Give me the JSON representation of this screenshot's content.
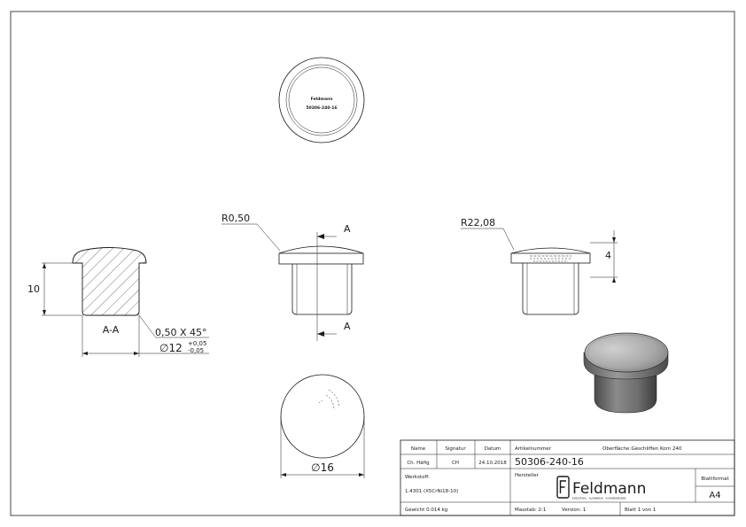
{
  "marking": {
    "brand": "Feldmann",
    "part": "50306-240-16"
  },
  "dimensions": {
    "height": "10",
    "section_label": "A-A",
    "chamfer": "0,50 X 45°",
    "diameter_prefix": "∅12",
    "tol_plus": "+0,05",
    "tol_minus": "-0,05",
    "radius_small": "R0,50",
    "section_mark": "A",
    "radius_large": "R22,08",
    "head_height": "4",
    "diameter_bottom": "∅16"
  },
  "title_block": {
    "name_label": "Name",
    "signature_label": "Signatur",
    "date_label": "Datum",
    "article_label": "Artikelnummer",
    "surface_label": "Oberfläche:",
    "surface_value": "Geschliffen Korn 240",
    "author": "Ch. Häfig",
    "signature": "CH",
    "date": "24.10.2018",
    "article_number": "50306-240-16",
    "material_label": "Werkstoff:",
    "manufacturer_label": "Hersteller",
    "format_label": "Blattformat",
    "material_value": "1.4301 (X5CrNi18-10)",
    "format_value": "A4",
    "weight": "Gewicht 0.014 kg",
    "scale": "Masstab: 2:1",
    "version": "Version: 1",
    "sheet": "Blatt 1 von 1",
    "logo_name": "Feldmann",
    "logo_tagline": "EDELSTAHL · ALUMINIUM · SCHMIEDEEISEN"
  },
  "colors": {
    "line": "#1a1a1a",
    "background": "#ffffff",
    "part_mid": "#6b6b6b",
    "part_light": "#b0b0b0"
  }
}
